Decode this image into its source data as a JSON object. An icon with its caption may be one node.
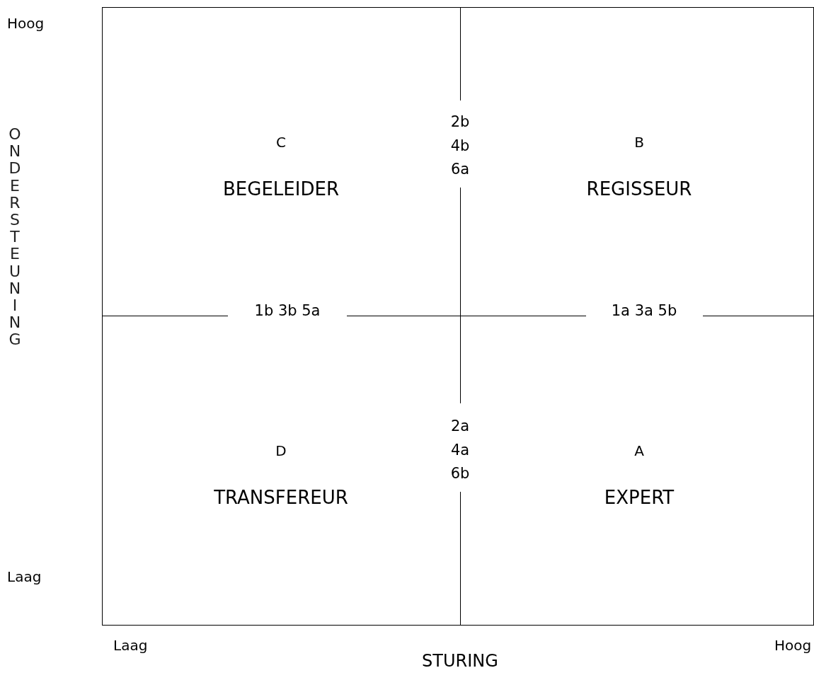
{
  "diagram": {
    "nodes": [
      {
        "text": [
          "C",
          "BEGELEIDER"
        ]
      },
      {
        "text": [
          "B",
          "REGISSEUR"
        ]
      },
      {
        "text": [
          "D",
          "TRANSFEREUR"
        ]
      },
      {
        "text": [
          "A",
          "EXPERT"
        ]
      }
    ],
    "edges": [],
    "labels": [
      "Hoog",
      "ONDERSTEUNING",
      "Laag",
      "2b 4b 6a",
      "1b 3b 5a",
      "1a 3a 5b",
      "2a 4a 6b",
      "Laag",
      "Hoog",
      "STURING"
    ]
  }
}
